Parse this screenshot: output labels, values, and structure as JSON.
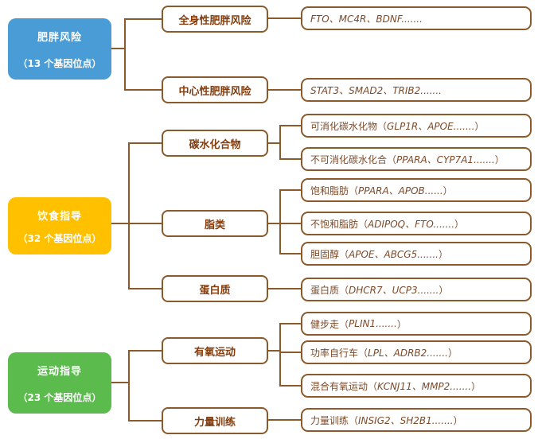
{
  "colors": {
    "obesity_root_bg": "#4a9cd6",
    "diet_root_bg": "#ffc000",
    "exercise_root_bg": "#5bbb4d",
    "box_border": "#8b5a2b",
    "connector": "#8b5a2b",
    "branch_text": "#843c0c",
    "leaf_text": "#7d4a28"
  },
  "roots": [
    {
      "title": "肥胖风险",
      "subtitle": "（13 个基因位点）"
    },
    {
      "title": "饮食指导",
      "subtitle": "（32 个基因位点）"
    },
    {
      "title": "运动指导",
      "subtitle": "（23 个基因位点）"
    }
  ],
  "branches": [
    {
      "label": "全身性肥胖风险"
    },
    {
      "label": "中心性肥胖风险"
    },
    {
      "label": "碳水化合物"
    },
    {
      "label": "脂类"
    },
    {
      "label": "蛋白质"
    },
    {
      "label": "有氧运动"
    },
    {
      "label": "力量训练"
    }
  ],
  "leaves": [
    {
      "prefix": "",
      "genes": "FTO、MC4R、BDNF.......",
      "suffix": ""
    },
    {
      "prefix": "",
      "genes": "STAT3、SMAD2、TRIB2.......",
      "suffix": ""
    },
    {
      "prefix": "可消化碳水化物（",
      "genes": "GLP1R、APOE.......",
      "suffix": "）"
    },
    {
      "prefix": "不可消化碳水化合（",
      "genes": "PPARA、CYP7A1.......",
      "suffix": "）"
    },
    {
      "prefix": "饱和脂肪（",
      "genes": "PPARA、APOB......",
      "suffix": "）"
    },
    {
      "prefix": "不饱和脂肪（",
      "genes": "ADIPOQ、FTO.......",
      "suffix": "）"
    },
    {
      "prefix": "胆固醇（",
      "genes": "APOE、ABCG5.......",
      "suffix": "）"
    },
    {
      "prefix": "蛋白质（",
      "genes": "DHCR7、UCP3.......",
      "suffix": "）"
    },
    {
      "prefix": "健步走（",
      "genes": "PLIN1.......",
      "suffix": "）"
    },
    {
      "prefix": "功率自行车（",
      "genes": "LPL、ADRB2.......",
      "suffix": "）"
    },
    {
      "prefix": "混合有氧运动（",
      "genes": "KCNJ11、MMP2.......",
      "suffix": "）"
    },
    {
      "prefix": "力量训练（",
      "genes": "INSIG2、SH2B1.......",
      "suffix": "）"
    }
  ]
}
